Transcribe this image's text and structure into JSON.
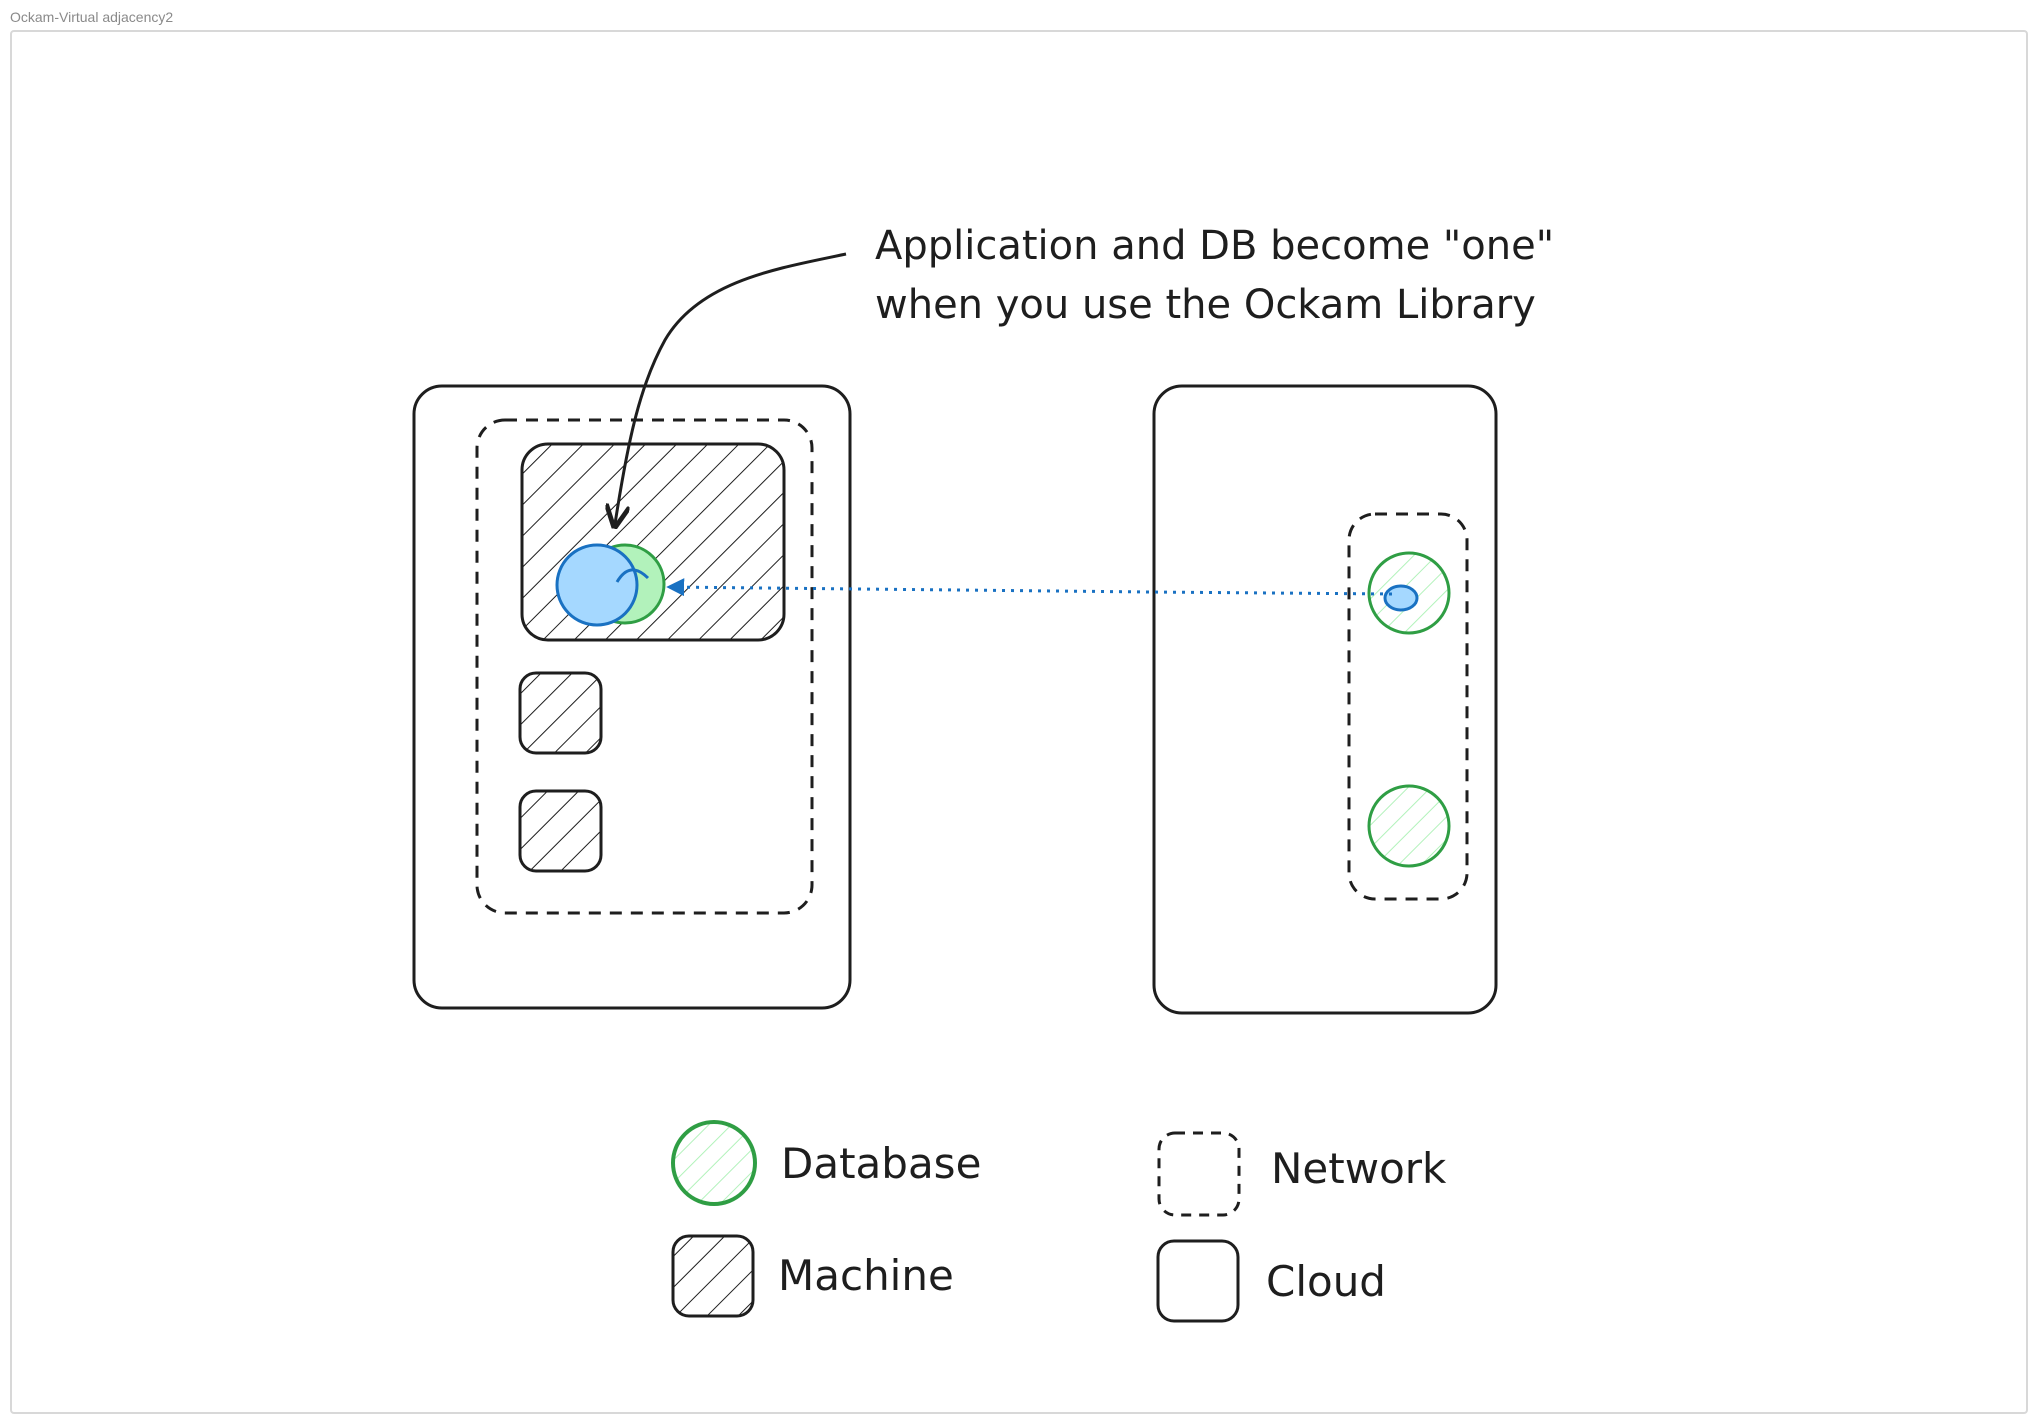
{
  "frame": {
    "title": "Ockam-Virtual adjacency2"
  },
  "annotation": {
    "line1": "Application and DB become \"one\"",
    "line2": "when you use the Ockam Library"
  },
  "legend": {
    "database": "Database",
    "machine": "Machine",
    "network": "Network",
    "cloud": "Cloud"
  },
  "colors": {
    "stroke": "#1e1e1e",
    "database_stroke": "#2f9e44",
    "database_fill": "#b2f2bb",
    "app_stroke": "#1971c2",
    "app_fill": "#a5d8ff",
    "connection": "#1971c2"
  }
}
